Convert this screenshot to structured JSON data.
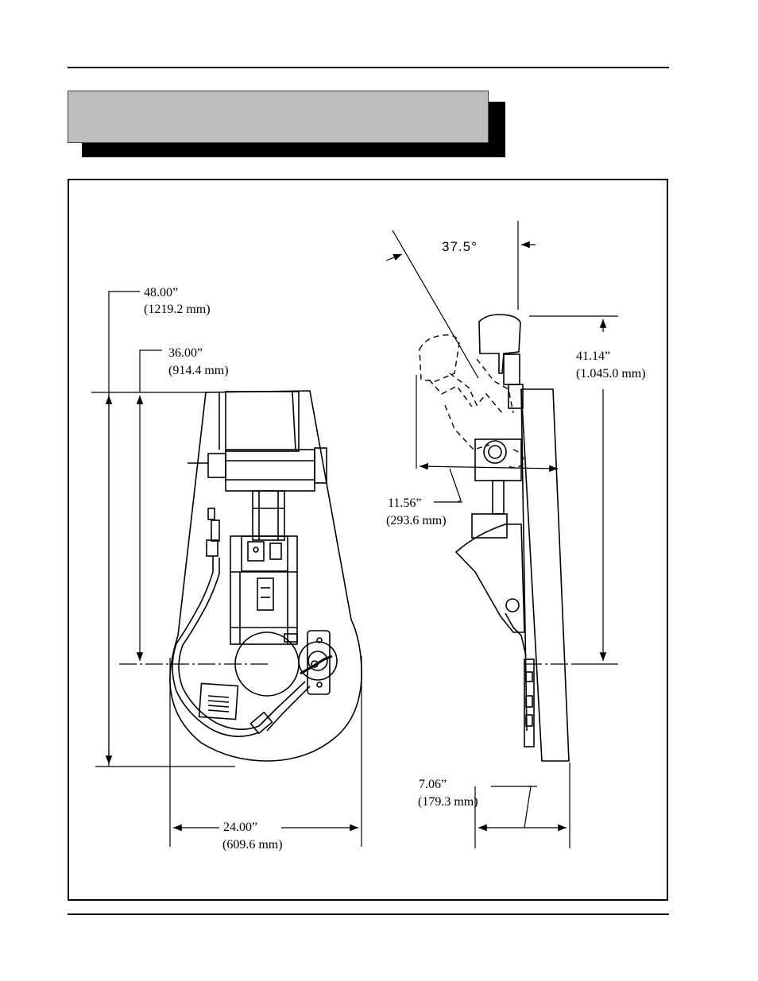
{
  "header": {
    "title_box_color": "#bdbdbd",
    "shadow_color": "#000000"
  },
  "dimensions": {
    "overall_height": {
      "inches": "48.00”",
      "mm": "(1219.2 mm)"
    },
    "pivot_height": {
      "inches": "36.00”",
      "mm": "(914.4 mm)"
    },
    "width": {
      "inches": "24.00”",
      "mm": "(609.6 mm)"
    },
    "tilt_angle": "37.5°",
    "side_height": {
      "inches": "41.14”",
      "mm": "(1.045.0 mm)"
    },
    "tilt_depth": {
      "inches": "11.56”",
      "mm": "(293.6 mm)"
    },
    "base_depth": {
      "inches": "7.06”",
      "mm": "(179.3 mm)"
    }
  }
}
